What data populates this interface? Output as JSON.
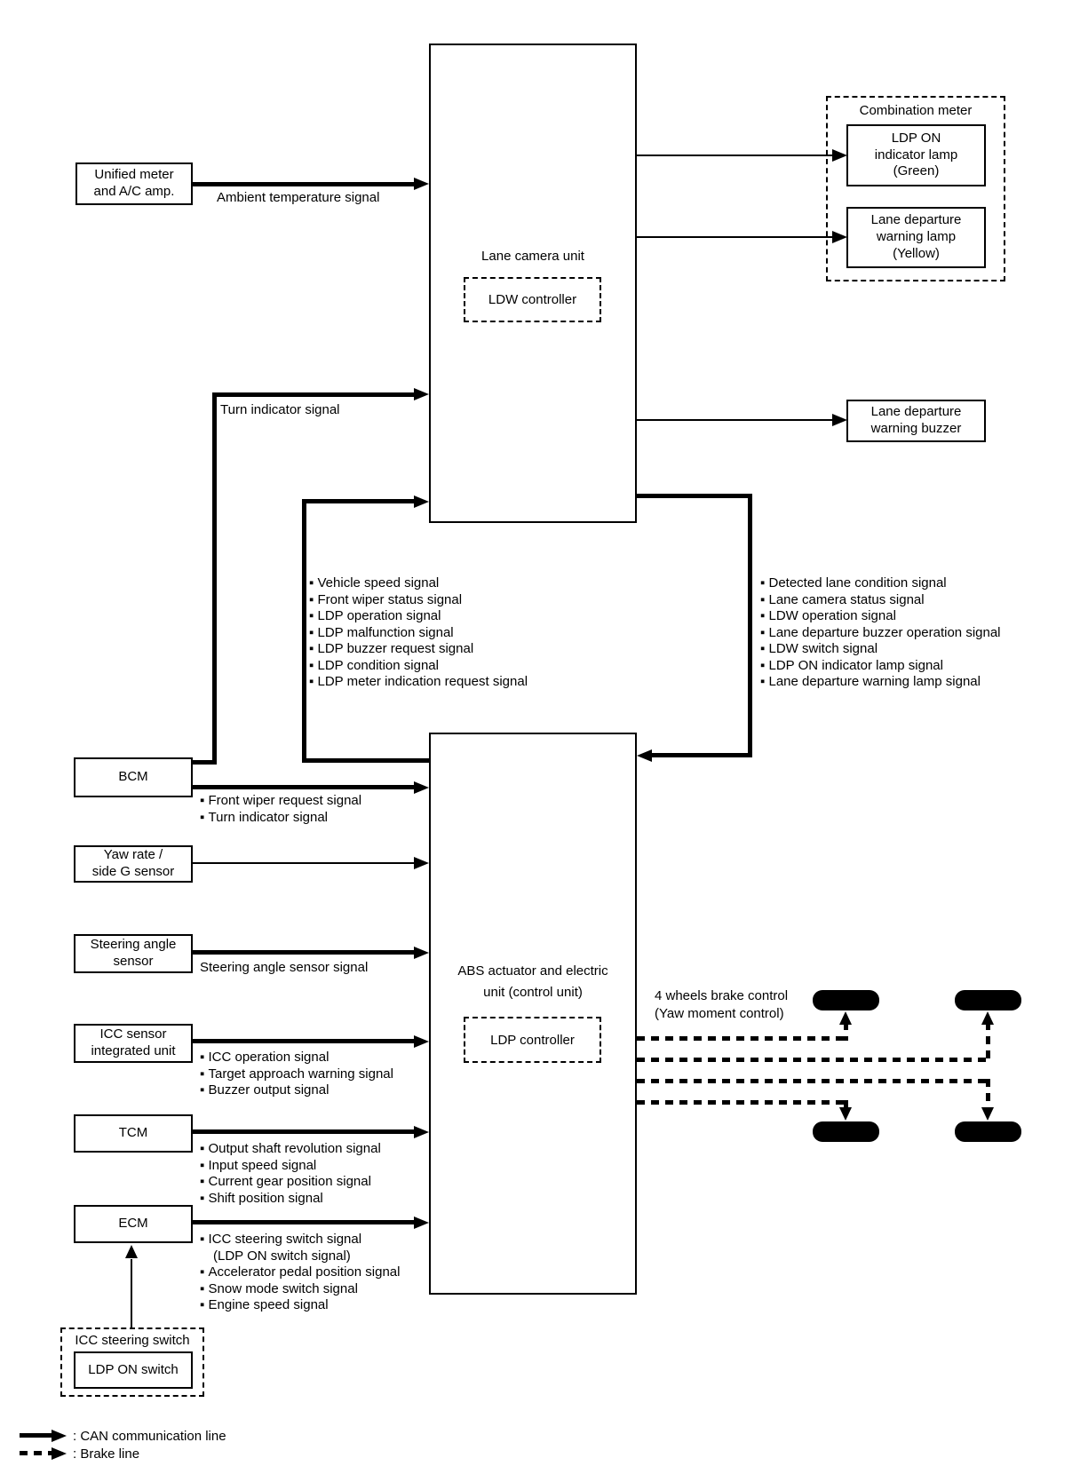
{
  "boxes": {
    "unified_meter": "Unified meter\nand A/C amp.",
    "lane_camera": "Lane camera unit",
    "ldw_controller": "LDW controller",
    "combination_meter": "Combination meter",
    "ldp_on_lamp": "LDP ON\nindicator lamp\n(Green)",
    "warning_lamp": "Lane departure\nwarning lamp\n(Yellow)",
    "warning_buzzer": "Lane departure\nwarning buzzer",
    "bcm": "BCM",
    "yaw_rate": "Yaw rate /\nside G sensor",
    "steering_angle": "Steering angle\nsensor",
    "icc_sensor": "ICC sensor\nintegrated unit",
    "tcm": "TCM",
    "ecm": "ECM",
    "abs_unit": "ABS actuator and electric\nunit (control unit)",
    "ldp_controller": "LDP controller",
    "icc_steering_switch": "ICC steering switch",
    "ldp_on_switch": "LDP ON switch"
  },
  "line_labels": {
    "ambient": "Ambient temperature signal",
    "turn": "Turn indicator signal",
    "steering": "Steering angle sensor signal",
    "wheels": "4 wheels brake control\n(Yaw moment control)"
  },
  "lists": {
    "abs_to_camera": [
      "Vehicle speed signal",
      "Front wiper status signal",
      "LDP operation signal",
      "LDP malfunction signal",
      "LDP buzzer request signal",
      "LDP condition signal",
      "LDP meter indication request signal"
    ],
    "camera_to_abs": [
      "Detected lane condition signal",
      "Lane camera status signal",
      "LDW operation signal",
      "Lane departure buzzer operation signal",
      "LDW switch signal",
      "LDP ON indicator lamp signal",
      "Lane departure warning lamp signal"
    ],
    "bcm": [
      "Front wiper request signal",
      "Turn indicator signal"
    ],
    "icc": [
      "ICC operation signal",
      "Target approach warning signal",
      "Buzzer output signal"
    ],
    "tcm": [
      "Output shaft revolution signal",
      "Input speed signal",
      "Current gear position signal",
      "Shift position signal"
    ],
    "ecm": [
      "ICC steering switch signal\n(LDP ON switch signal)",
      "Accelerator pedal position signal",
      "Snow mode switch signal",
      "Engine speed signal"
    ]
  },
  "legend": {
    "can": ": CAN communication line",
    "brake": ": Brake line"
  },
  "colors": {
    "line": "#000000",
    "background": "#ffffff"
  }
}
